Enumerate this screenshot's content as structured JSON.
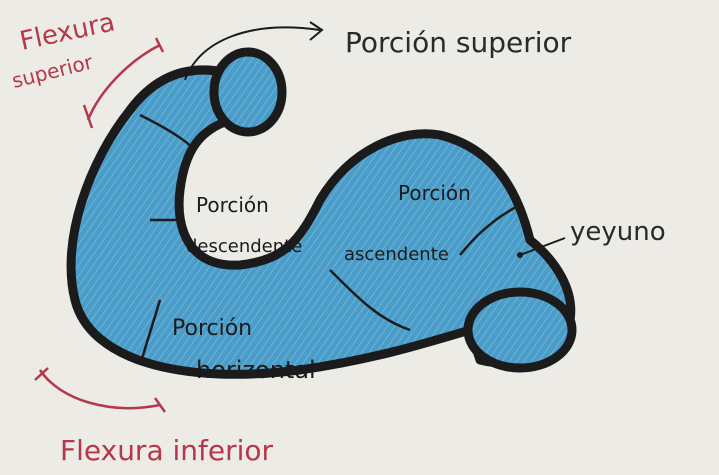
{
  "labels": {
    "flexura_superior_1": "Flexura",
    "flexura_superior_2": "superior",
    "porcion_superior": "Porción superior",
    "porcion_descendente_1": "Porción",
    "porcion_descendente_2": "descendente",
    "porcion_ascendente_1": "Porción",
    "porcion_ascendente_2": "ascendente",
    "yeyuno": "yeyuno",
    "porcion_horizontal_1": "Porción",
    "porcion_horizontal_2": "horizontal",
    "flexura_inferior": "Flexura inferior"
  },
  "colors": {
    "paper": "#ecebe6",
    "organ_fill": "#4a9cc9",
    "organ_fill_light": "#6fb3d8",
    "outline": "#1b1b1b",
    "red_ink": "#b4384a",
    "black_ink": "#2a2a2a"
  }
}
